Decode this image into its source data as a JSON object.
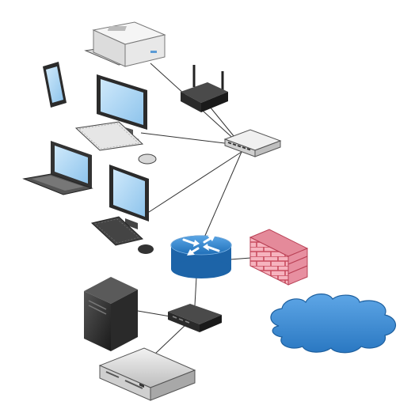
{
  "diagram": {
    "kind": "network-topology",
    "devices": [
      {
        "id": "printer",
        "icon": "printer-icon"
      },
      {
        "id": "tablet",
        "icon": "tablet-icon"
      },
      {
        "id": "desktop-1",
        "icon": "desktop-computer-icon"
      },
      {
        "id": "laptop",
        "icon": "laptop-icon"
      },
      {
        "id": "desktop-2",
        "icon": "desktop-computer-icon"
      },
      {
        "id": "wireless-ap",
        "icon": "wireless-access-point-icon"
      },
      {
        "id": "lan-switch",
        "icon": "network-switch-icon"
      },
      {
        "id": "router",
        "icon": "router-icon"
      },
      {
        "id": "firewall",
        "icon": "firewall-brick-wall-icon"
      },
      {
        "id": "internet-cloud",
        "icon": "cloud-icon"
      },
      {
        "id": "server-switch",
        "icon": "network-switch-icon"
      },
      {
        "id": "tower-server",
        "icon": "tower-server-icon"
      },
      {
        "id": "rack-server",
        "icon": "rack-server-icon"
      }
    ],
    "links": [
      [
        "printer",
        "lan-switch"
      ],
      [
        "wireless-ap",
        "lan-switch"
      ],
      [
        "desktop-1",
        "lan-switch"
      ],
      [
        "desktop-2",
        "lan-switch"
      ],
      [
        "lan-switch",
        "router"
      ],
      [
        "router",
        "firewall"
      ],
      [
        "router",
        "server-switch"
      ],
      [
        "server-switch",
        "tower-server"
      ],
      [
        "server-switch",
        "rack-server"
      ]
    ],
    "colors": {
      "router": "#2a7fc9",
      "cloud": "#3d8fd6",
      "firewall_brick": "#f4a7b3",
      "screen": "#a8d4f2",
      "device_dark": "#2b2b2b",
      "link": "#333333"
    }
  }
}
